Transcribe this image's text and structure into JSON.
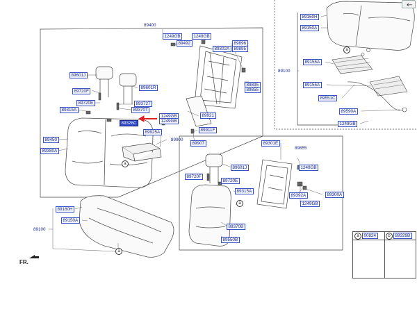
{
  "ui": {
    "back_button": "←",
    "selected_part": "89328C"
  },
  "colors": {
    "label_border": "#3a4fc2",
    "label_text": "#1b2a8a",
    "highlight_arrow": "#e02020",
    "line": "#444444"
  },
  "direction_mark": "FR.",
  "group_rear_back": {
    "assembly": "89400",
    "labels": {
      "l1": "1249GB",
      "l2": "1249GB",
      "l3": "89492",
      "l4": "89302A",
      "l5": "89896",
      "l6": "89895",
      "l7": "89601J",
      "l8": "89601R",
      "l9": "89720F",
      "l10": "89372T",
      "l11": "89720E",
      "l12": "89370T",
      "l13": "89315A",
      "l14": "1249GB",
      "l15": "1249GB",
      "l16": "89921",
      "l17": "89328C",
      "l18": "89925A",
      "l19": "89911F",
      "l20": "89450",
      "l21": "89380A",
      "l22": "89900",
      "l23": "89907",
      "l24": "89895",
      "l25": "89855"
    }
  },
  "group_cushion_top": {
    "labels": {
      "l1": "89160H",
      "l2": "89150A",
      "l3": "89100",
      "l4": "89155A",
      "l5": "89155A",
      "l6": "89551C",
      "l7": "89590A",
      "l8": "1249GB"
    }
  },
  "group_side_back": {
    "labels": {
      "l1": "89301E",
      "l2": "89855",
      "l3": "1249GB",
      "l4": "89601J",
      "l5": "89720F",
      "l6": "89720E",
      "l7": "89315A",
      "l8": "89392A",
      "l9": "89300A",
      "l10": "1249GB",
      "l11": "89370B",
      "l12": "89550B"
    }
  },
  "group_cushion_bottom": {
    "labels": {
      "l1": "89160H",
      "l2": "89150A",
      "l3": "89100"
    }
  },
  "callouts": {
    "a": "a",
    "b": "b"
  },
  "legend": {
    "a_letter": "a",
    "a_part": "00824",
    "b_letter": "b",
    "b_part": "89329B"
  }
}
